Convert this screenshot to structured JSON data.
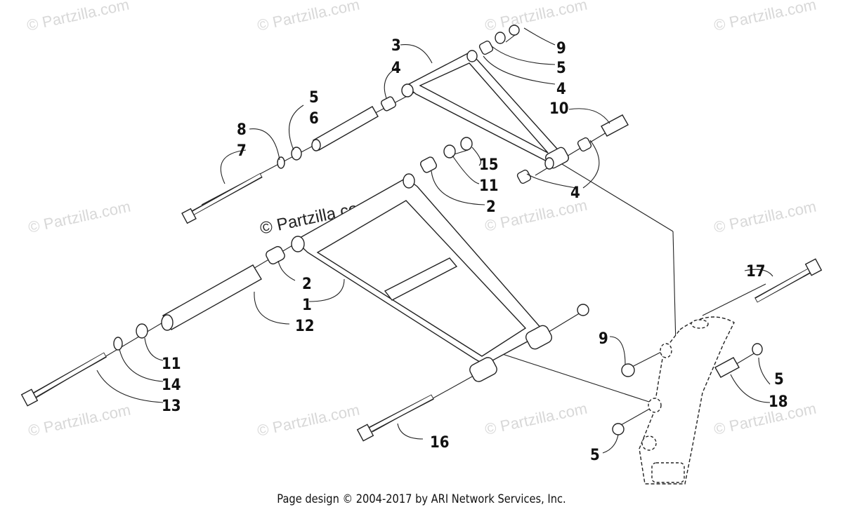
{
  "brand_watermark": "© Partzilla.com",
  "faint_watermark": "© Partzilla.com",
  "callouts": {
    "c_3": "3",
    "c_4a": "4",
    "c_9a": "9",
    "c_5a": "5",
    "c_4b": "4",
    "c_10": "10",
    "c_8": "8",
    "c_7": "7",
    "c_5b": "5",
    "c_6": "6",
    "c_4c": "4",
    "c_15": "15",
    "c_11a": "11",
    "c_2a": "2",
    "c_2b": "2",
    "c_1": "1",
    "c_12": "12",
    "c_17": "17",
    "c_9b": "9",
    "c_11b": "11",
    "c_14": "14",
    "c_13": "13",
    "c_5c": "5",
    "c_18": "18",
    "c_16": "16",
    "c_5d": "5"
  },
  "footer": "Page design © 2004-2017 by ARI Network Services, Inc."
}
